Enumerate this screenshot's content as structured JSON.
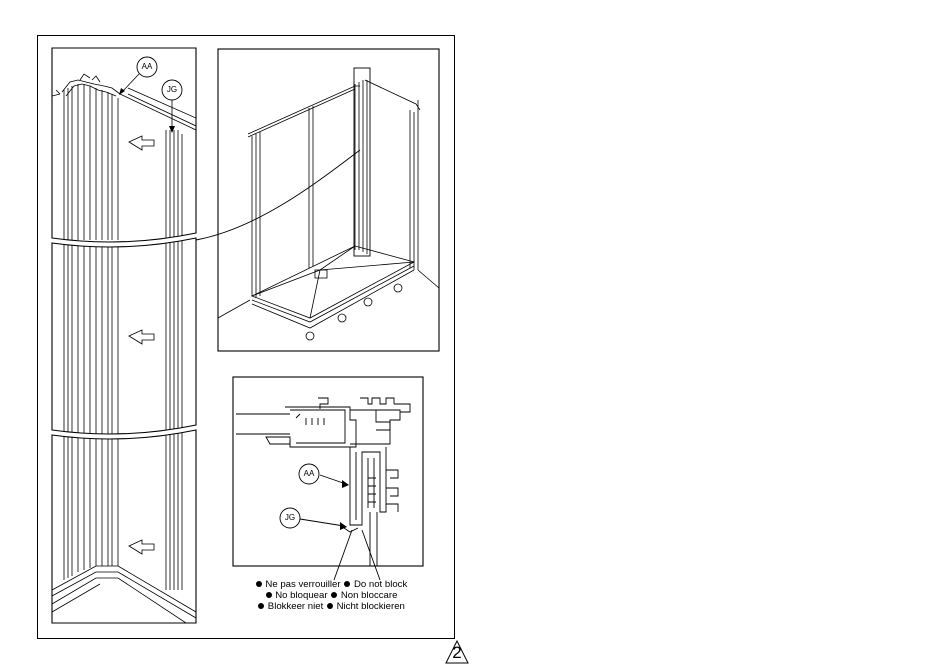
{
  "callouts": {
    "aa": "AA",
    "jg": "JG"
  },
  "caption": {
    "line1_a": "Ne pas verrouiller",
    "line1_b": "Do not block",
    "line2_a": "No bloquear",
    "line2_b": "Non bloccare",
    "line3_a": "Blokkeer niet",
    "line3_b": "Nicht blockieren"
  },
  "page_number": "2"
}
